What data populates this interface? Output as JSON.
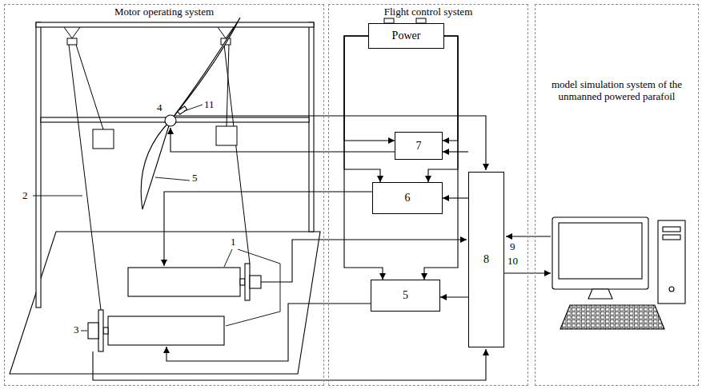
{
  "diagram": {
    "nodes": [
      {
        "text": [
          "Motor operating system"
        ]
      },
      {
        "text": [
          "Flight control system"
        ]
      },
      {
        "text": [
          "model simulation system of the unmanned powered parafoil"
        ]
      },
      {
        "text": [
          "Power"
        ],
        "in": 1
      },
      {
        "text": [
          "7"
        ],
        "in": 1
      },
      {
        "text": [
          "6"
        ],
        "in": 1
      },
      {
        "text": [
          "5"
        ],
        "in": 1
      },
      {
        "text": [
          "8"
        ],
        "in": 1
      }
    ],
    "edges": [
      {
        "from": 3,
        "to": 4,
        "arrow": "to"
      },
      {
        "from": 3,
        "to": 4,
        "arrow": "to"
      },
      {
        "from": 3,
        "to": 5,
        "arrow": "to"
      },
      {
        "from": 3,
        "to": 5,
        "arrow": "to"
      },
      {
        "from": 3,
        "to": 6,
        "arrow": "to"
      },
      {
        "from": 3,
        "to": 6,
        "arrow": "to"
      },
      {
        "from": 7,
        "to": 4,
        "arrow": "to"
      },
      {
        "from": 7,
        "to": 5,
        "arrow": "to"
      },
      {
        "from": 7,
        "to": 6,
        "arrow": "to"
      }
    ],
    "labels": [
      "1",
      "2",
      "3",
      "4",
      "5",
      "11",
      "9",
      "10"
    ]
  }
}
